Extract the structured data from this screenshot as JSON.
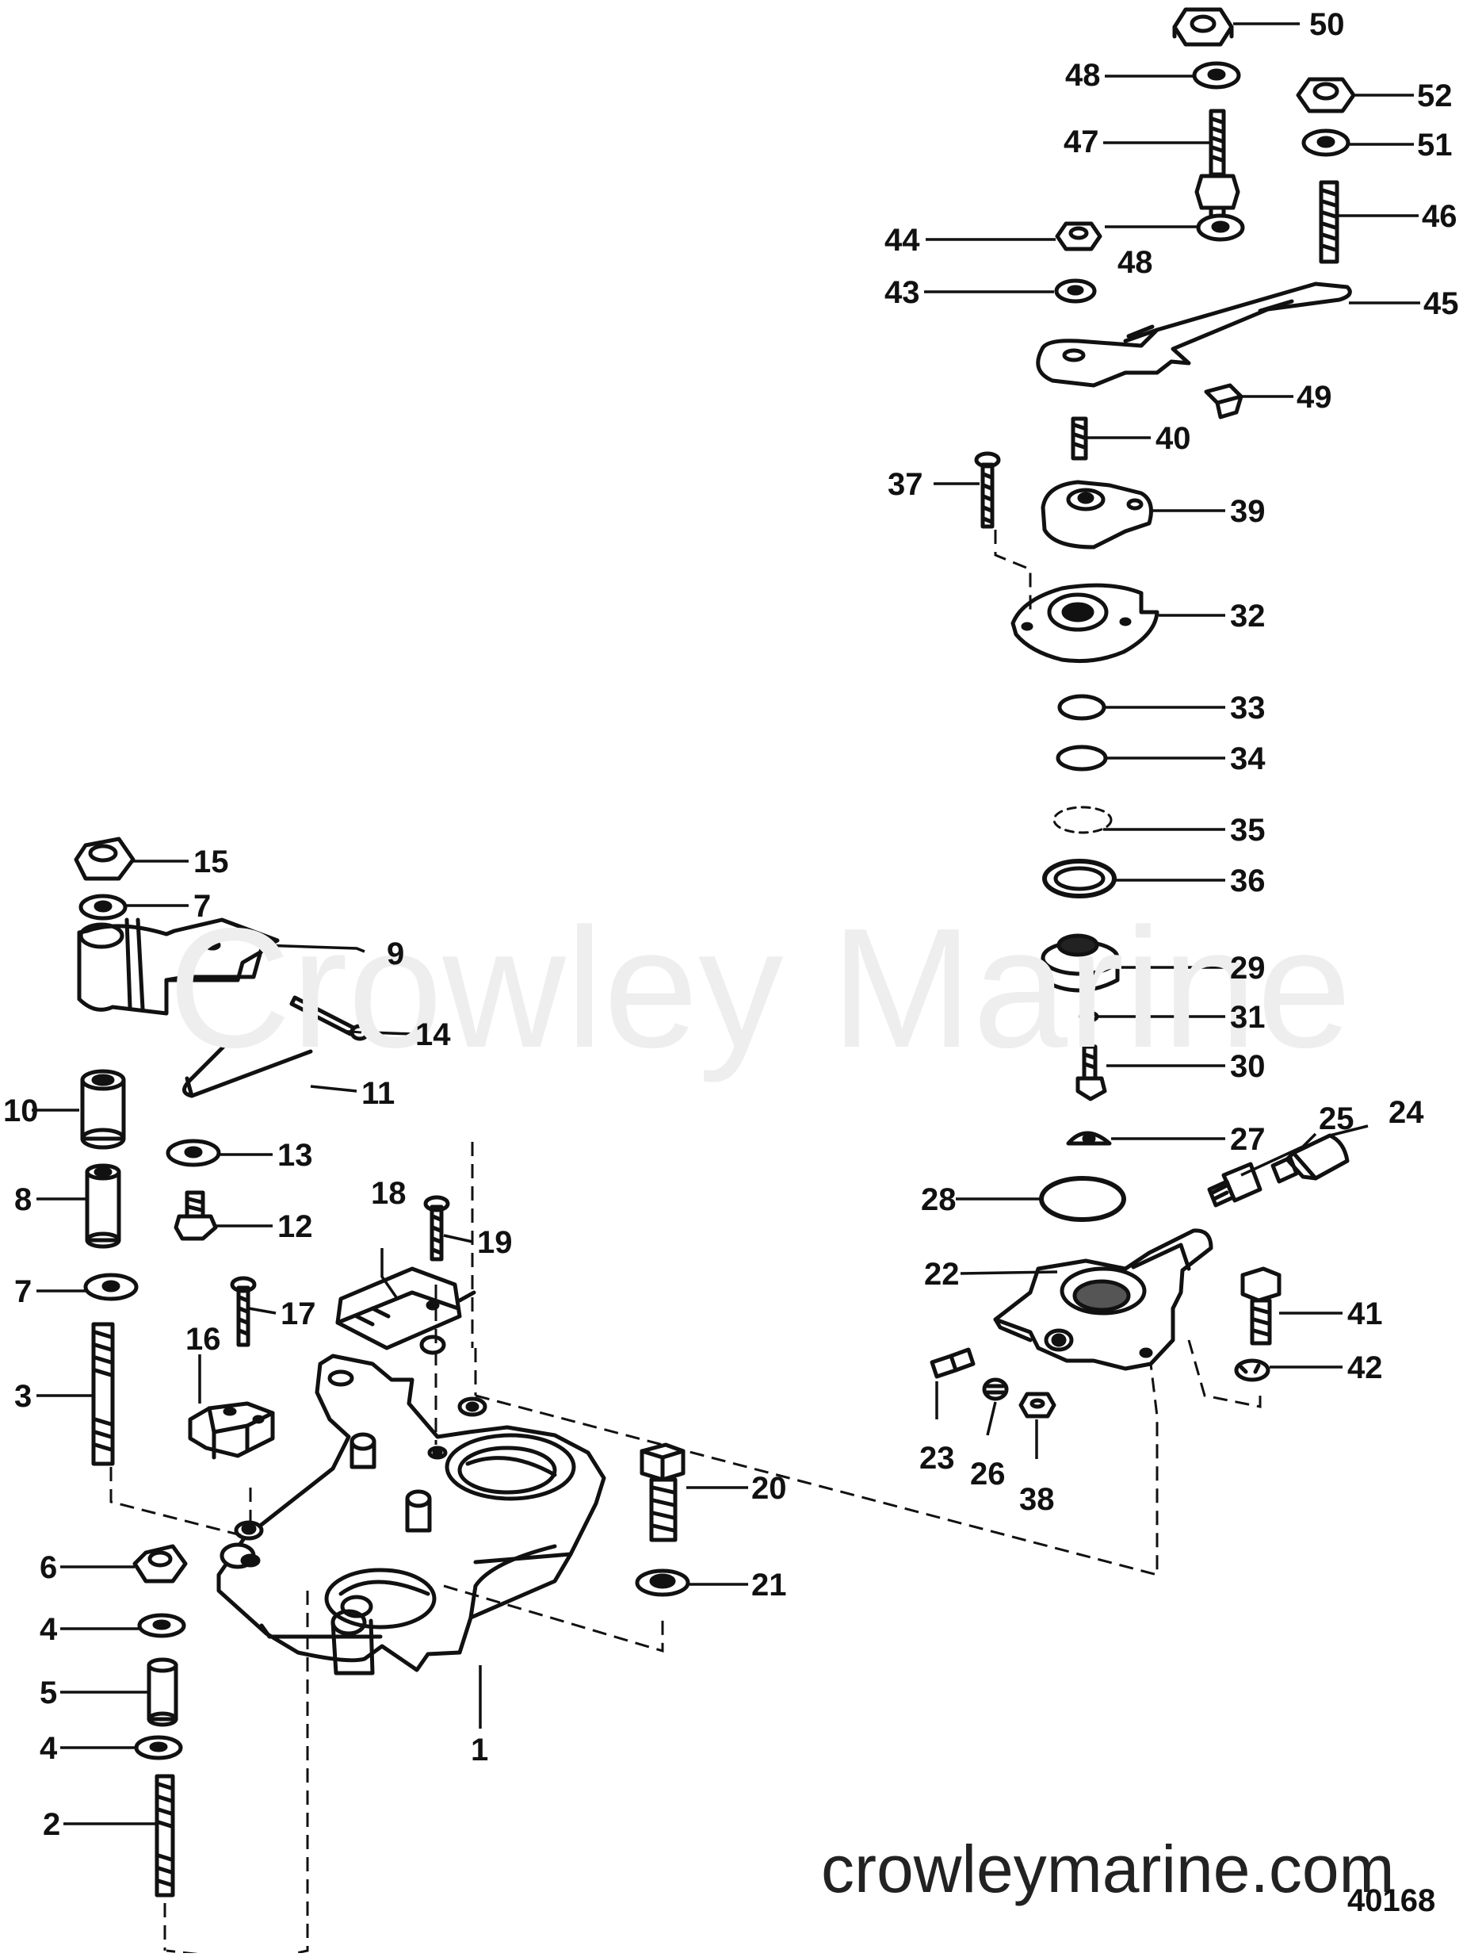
{
  "watermark": "Crowley Marine",
  "website": "crowleymarine.com",
  "figure_number": "40168",
  "callouts": [
    "50",
    "48",
    "47",
    "52",
    "51",
    "46",
    "44",
    "48",
    "43",
    "45",
    "49",
    "40",
    "37",
    "39",
    "32",
    "33",
    "34",
    "35",
    "36",
    "29",
    "31",
    "30",
    "27",
    "25",
    "24",
    "28",
    "22",
    "41",
    "42",
    "23",
    "26",
    "38",
    "15",
    "7",
    "9",
    "14",
    "11",
    "10",
    "13",
    "8",
    "12",
    "18",
    "19",
    "7",
    "17",
    "16",
    "3",
    "20",
    "6",
    "21",
    "4",
    "5",
    "4",
    "1",
    "2"
  ]
}
